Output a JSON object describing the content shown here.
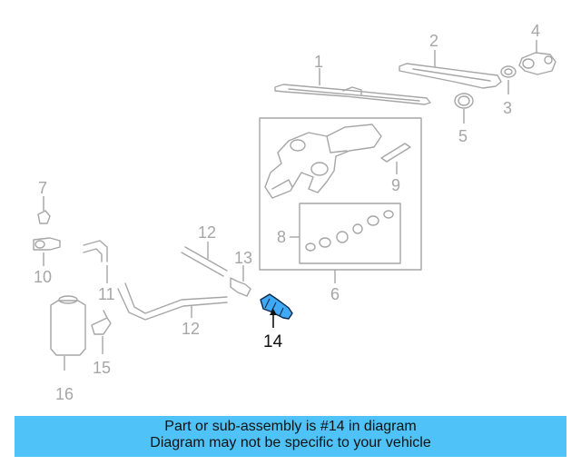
{
  "callouts": {
    "c1": "1",
    "c2": "2",
    "c3": "3",
    "c4": "4",
    "c5": "5",
    "c6": "6",
    "c7": "7",
    "c8": "8",
    "c9": "9",
    "c10": "10",
    "c11": "11",
    "c12a": "12",
    "c12b": "12",
    "c13": "13",
    "c14": "14",
    "c15": "15",
    "c16": "16"
  },
  "highlighted_part": "14",
  "colors": {
    "banner_bg": "#4fc3f7",
    "highlight_part": "#3fa9f5",
    "part_outline": "#a6a6a6",
    "text": "#111111"
  },
  "banner": {
    "line1": "Part or sub-assembly is #14 in diagram",
    "line2": "Diagram may not be specific to your vehicle"
  }
}
